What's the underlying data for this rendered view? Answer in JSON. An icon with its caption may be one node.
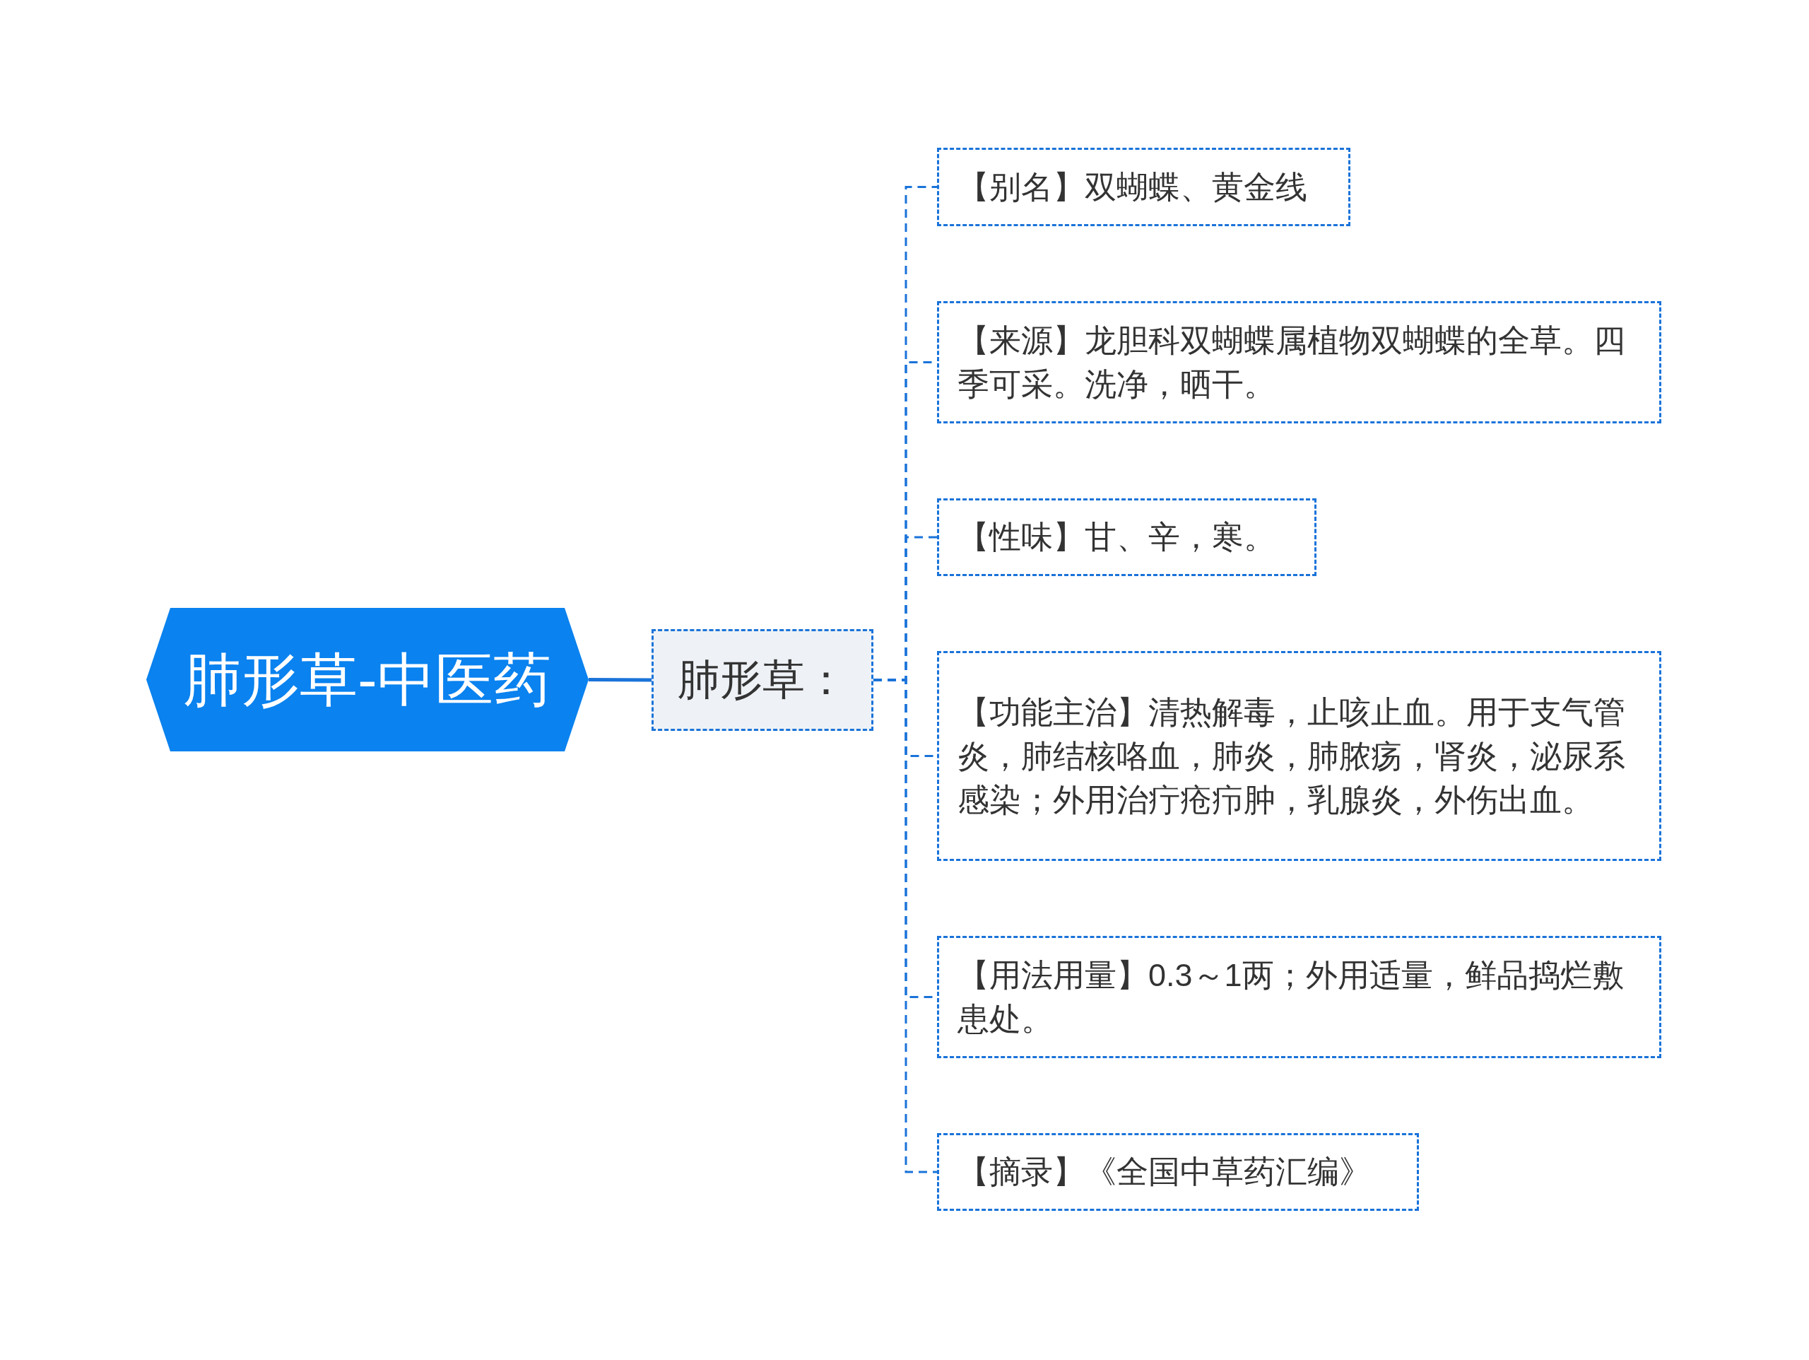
{
  "diagram": {
    "nodes": [
      {
        "text": [
          "肺形草-中医药"
        ]
      },
      {
        "text": [
          "肺形草："
        ]
      },
      {
        "text": [
          "【别名】双蝴蝶、黄金线"
        ]
      },
      {
        "text": [
          "【来源】龙胆科双蝴蝶属植物双蝴蝶的全草。四季可采。洗净，晒干。"
        ]
      },
      {
        "text": [
          "【性味】甘、辛，寒。"
        ]
      },
      {
        "text": [
          "【功能主治】清热解毒，止咳止血。用于支气管炎，肺结核咯血，肺炎，肺脓疡，肾炎，泌尿系感染；外用治疔疮疖肿，乳腺炎，外伤出血。"
        ]
      },
      {
        "text": [
          "【用法用量】0.3～1两；外用适量，鲜品捣烂敷患处。"
        ]
      },
      {
        "text": [
          "【摘录】《全国中草药汇编》"
        ]
      }
    ],
    "edges": [
      {
        "from": 0,
        "to": 1,
        "arrow": "none"
      },
      {
        "from": 1,
        "to": 2,
        "arrow": "none",
        "style": "dashed"
      },
      {
        "from": 1,
        "to": 3,
        "arrow": "none",
        "style": "dashed"
      },
      {
        "from": 1,
        "to": 4,
        "arrow": "none",
        "style": "dashed"
      },
      {
        "from": 1,
        "to": 5,
        "arrow": "none",
        "style": "dashed"
      },
      {
        "from": 1,
        "to": 6,
        "arrow": "none",
        "style": "dashed"
      },
      {
        "from": 1,
        "to": 7,
        "arrow": "none",
        "style": "dashed"
      }
    ]
  }
}
